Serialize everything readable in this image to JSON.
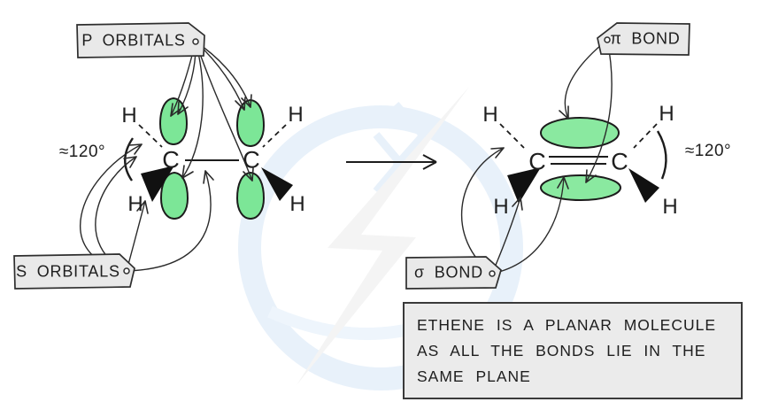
{
  "tags": {
    "p_orbitals": "P ORBITALS",
    "s_orbitals": "S ORBITALS",
    "pi_bond": "π BOND",
    "sigma_bond": "σ BOND"
  },
  "molecule": {
    "carbon": "C",
    "hydrogen": "H",
    "angle": "≈120°"
  },
  "note": {
    "line1": "ETHENE IS A PLANAR MOLECULE",
    "line2": "AS ALL THE BONDS LIE IN THE",
    "line3": "SAME PLANE"
  },
  "colors": {
    "orbital_green": "#7ce697",
    "pi_ellipse_green": "#8ae9a0",
    "tag_background": "#e9e9e9",
    "note_background": "#ebebeb",
    "outline": "#222222",
    "watermark_blue": "#e8f1fa",
    "watermark_gray": "#f4f4f4"
  }
}
